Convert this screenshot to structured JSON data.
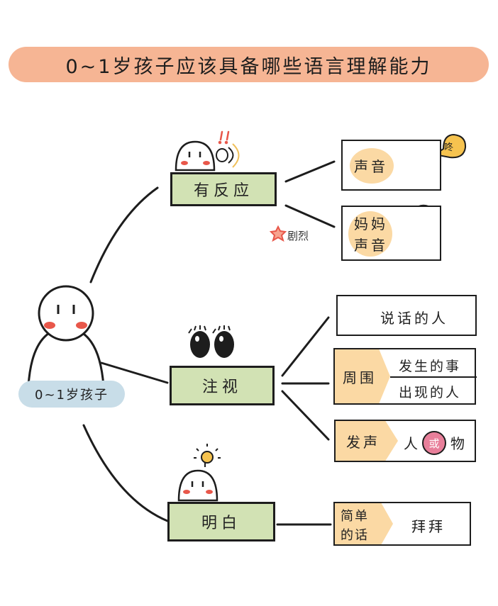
{
  "title": "0~1岁孩子应该具备哪些语言理解能力",
  "center": {
    "label": "0~1岁孩子"
  },
  "branches": [
    {
      "label": "有反应",
      "annotation": "剧烈",
      "items": [
        {
          "text": "声音"
        },
        {
          "text_line1": "妈妈",
          "text_line2": "声音"
        }
      ],
      "drum_sound": "咚"
    },
    {
      "label": "注视",
      "items": [
        {
          "text": "说话的人"
        },
        {
          "tag": "周围",
          "sub": [
            "发生的事",
            "出现的人"
          ]
        },
        {
          "tag": "发声",
          "left": "人",
          "middle": "或",
          "right": "物"
        }
      ]
    },
    {
      "label": "明白",
      "items": [
        {
          "tag_line1": "简单",
          "tag_line2": "的话",
          "value": "拜拜"
        }
      ]
    }
  ],
  "colors": {
    "title_bg": "#f6b594",
    "branch_bg": "#d2e2b4",
    "tag_bg": "#fbd9a4",
    "center_bg": "#c8dde8",
    "blush": "#e8574a"
  }
}
